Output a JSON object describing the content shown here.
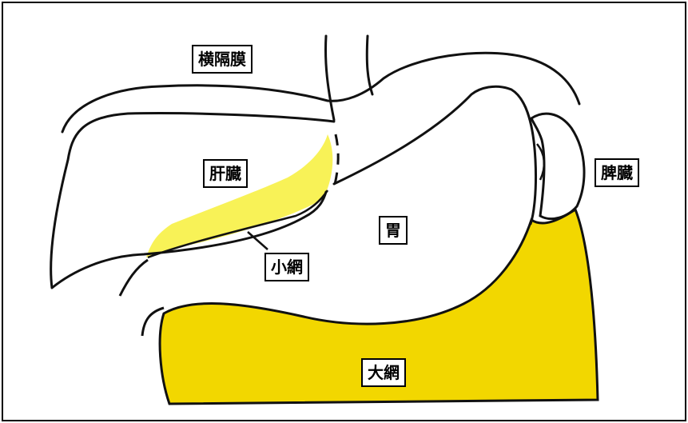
{
  "colors": {
    "omentum_fill": "#f2d700",
    "lesser_omentum_highlight": "#f7f03a",
    "line": "#111111",
    "border": "#000000",
    "background": "#ffffff"
  },
  "labels": {
    "diaphragm": "横隔膜",
    "liver": "肝臓",
    "spleen": "脾臓",
    "stomach": "胃",
    "lesser_omentum": "小網",
    "greater_omentum": "大網"
  }
}
